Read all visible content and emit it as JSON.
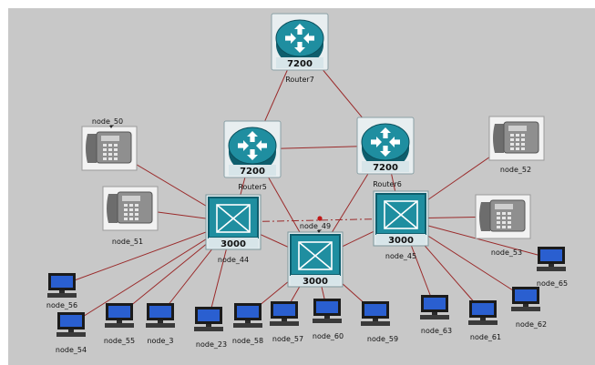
{
  "diagram": {
    "colors": {
      "background": "#c8c8c8",
      "link": "#9a2a2a",
      "device_teal": "#1f8ea0",
      "device_dark": "#0e5e6d",
      "model_label_bg": "#d7e5e9",
      "phone_body": "#8f8f8f",
      "pc_screen": "#2a5fd0"
    },
    "devices": [
      {
        "id": "router7",
        "kind": "router",
        "model": "7200",
        "label": "Router7"
      },
      {
        "id": "router5",
        "kind": "router",
        "model": "7200",
        "label": "Router5"
      },
      {
        "id": "router6",
        "kind": "router",
        "model": "7200",
        "label": "Router6"
      },
      {
        "id": "node_44",
        "kind": "switch",
        "model": "3000",
        "label": "node_44"
      },
      {
        "id": "node_49",
        "kind": "switch",
        "model": "3000",
        "label": "node_49"
      },
      {
        "id": "node_45",
        "kind": "switch",
        "model": "3000",
        "label": "node_45"
      },
      {
        "id": "node_50",
        "kind": "phone",
        "label": "node_50"
      },
      {
        "id": "node_51",
        "kind": "phone",
        "label": "node_51"
      },
      {
        "id": "node_52",
        "kind": "phone",
        "label": "node_52"
      },
      {
        "id": "node_53",
        "kind": "phone",
        "label": "node_53"
      },
      {
        "id": "node_56",
        "kind": "pc",
        "label": "node_56"
      },
      {
        "id": "node_54",
        "kind": "pc",
        "label": "node_54"
      },
      {
        "id": "node_55",
        "kind": "pc",
        "label": "node_55"
      },
      {
        "id": "node_3",
        "kind": "pc",
        "label": "node_3"
      },
      {
        "id": "node_23",
        "kind": "pc",
        "label": "node_23"
      },
      {
        "id": "node_58",
        "kind": "pc",
        "label": "node_58"
      },
      {
        "id": "node_57",
        "kind": "pc",
        "label": "node_57"
      },
      {
        "id": "node_60",
        "kind": "pc",
        "label": "node_60"
      },
      {
        "id": "node_59",
        "kind": "pc",
        "label": "node_59"
      },
      {
        "id": "node_63",
        "kind": "pc",
        "label": "node_63"
      },
      {
        "id": "node_61",
        "kind": "pc",
        "label": "node_61"
      },
      {
        "id": "node_62",
        "kind": "pc",
        "label": "node_62"
      },
      {
        "id": "node_65",
        "kind": "pc",
        "label": "node_65"
      }
    ],
    "links": [
      {
        "from": "router7",
        "to": "router5"
      },
      {
        "from": "router7",
        "to": "router6"
      },
      {
        "from": "router5",
        "to": "router6"
      },
      {
        "from": "router5",
        "to": "node_44"
      },
      {
        "from": "router5",
        "to": "node_49"
      },
      {
        "from": "router6",
        "to": "node_49"
      },
      {
        "from": "router6",
        "to": "node_45"
      },
      {
        "from": "node_44",
        "to": "node_45",
        "style": "dashdot",
        "marker": true
      },
      {
        "from": "node_44",
        "to": "node_49"
      },
      {
        "from": "node_49",
        "to": "node_45"
      },
      {
        "from": "node_44",
        "to": "node_50"
      },
      {
        "from": "node_44",
        "to": "node_51"
      },
      {
        "from": "node_44",
        "to": "node_56"
      },
      {
        "from": "node_44",
        "to": "node_54"
      },
      {
        "from": "node_44",
        "to": "node_55"
      },
      {
        "from": "node_44",
        "to": "node_3"
      },
      {
        "from": "node_44",
        "to": "node_23"
      },
      {
        "from": "node_49",
        "to": "node_58"
      },
      {
        "from": "node_49",
        "to": "node_57"
      },
      {
        "from": "node_49",
        "to": "node_60"
      },
      {
        "from": "node_49",
        "to": "node_59"
      },
      {
        "from": "node_45",
        "to": "node_52"
      },
      {
        "from": "node_45",
        "to": "node_53"
      },
      {
        "from": "node_45",
        "to": "node_63"
      },
      {
        "from": "node_45",
        "to": "node_61"
      },
      {
        "from": "node_45",
        "to": "node_62"
      },
      {
        "from": "node_45",
        "to": "node_65"
      }
    ]
  }
}
